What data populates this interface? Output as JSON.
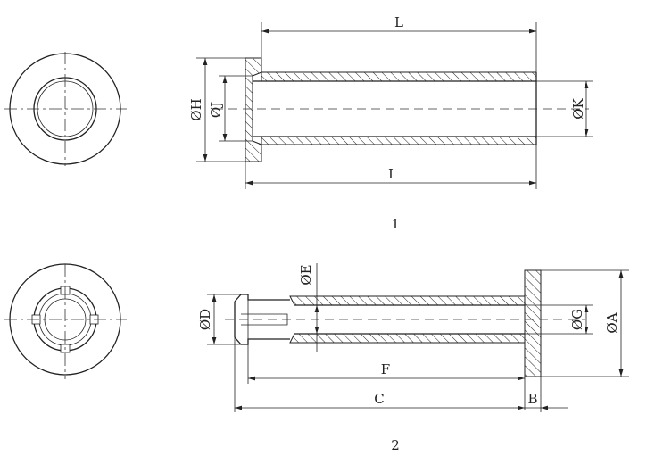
{
  "figure1": {
    "caption": "1",
    "dims": {
      "L": "L",
      "I": "I",
      "H": "ØH",
      "J": "ØJ",
      "K": "ØK"
    }
  },
  "figure2": {
    "caption": "2",
    "dims": {
      "E": "ØE",
      "D": "ØD",
      "F": "F",
      "C": "C",
      "B": "B",
      "G": "ØG",
      "A": "ØA"
    }
  }
}
